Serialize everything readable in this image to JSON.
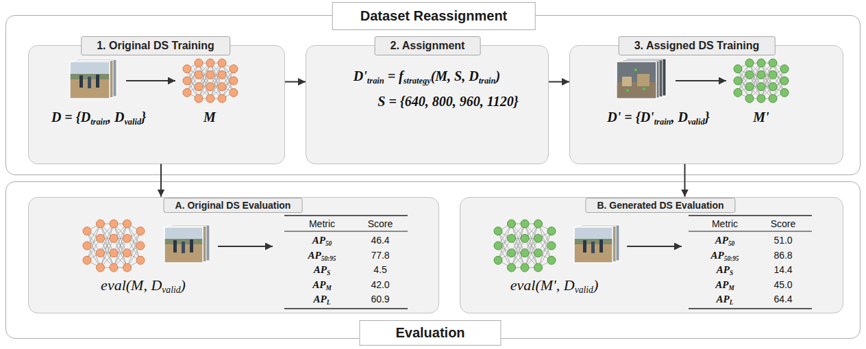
{
  "diagram": {
    "nodes": [
      {
        "text": [
          "Dataset Reassignment"
        ]
      },
      {
        "text": [
          "1. Original DS Training",
          "D = {Dtrain, Dvalid}",
          "M"
        ],
        "in": 0
      },
      {
        "text": [
          "2. Assignment",
          "D'train = fstrategy(M, S, Dtrain)",
          "S = {640, 800, 960, 1120}"
        ],
        "in": 0
      },
      {
        "text": [
          "3. Assigned DS Training",
          "D' = {D'train, Dvalid}",
          "M'"
        ],
        "in": 0
      },
      {
        "text": [
          "Evaluation"
        ]
      },
      {
        "text": [
          "A. Original DS Evaluation",
          "eval(M, Dvalid)"
        ],
        "in": 4
      },
      {
        "text": [
          "B. Generated DS Evaluation",
          "eval(M', Dvalid)"
        ],
        "in": 4
      }
    ],
    "edges": [
      {
        "from": 1,
        "to": 2,
        "arrow": "to"
      },
      {
        "from": 2,
        "to": 3,
        "arrow": "to"
      },
      {
        "from": 1,
        "to": 5,
        "arrow": "to"
      },
      {
        "from": 3,
        "to": 6,
        "arrow": "to"
      }
    ],
    "labels": [
      "Metric",
      "Score",
      "AP50",
      "46.4",
      "AP50:95",
      "77.8",
      "APS",
      "4.5",
      "APM",
      "42.0",
      "APL",
      "60.9",
      "Metric",
      "Score",
      "AP50",
      "51.0",
      "AP50:95",
      "86.8",
      "APS",
      "14.4",
      "APM",
      "45.0",
      "APL",
      "64.4"
    ]
  }
}
